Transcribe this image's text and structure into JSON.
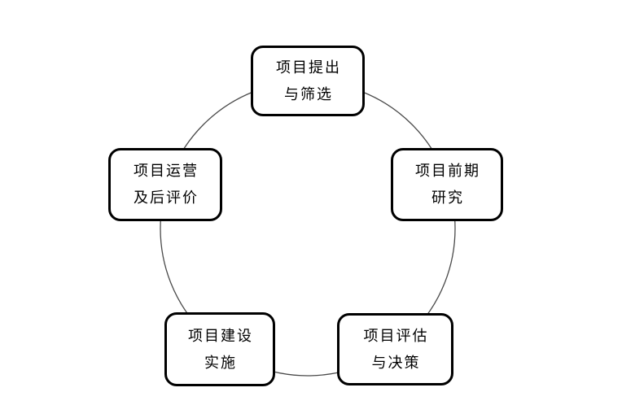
{
  "diagram": {
    "type": "cycle",
    "background_color": "#ffffff",
    "circle": {
      "stroke_color": "#4a4a4a",
      "description": "thin circle connecting the five stage boxes"
    },
    "box_style": {
      "border_color": "#000000",
      "fill_color": "#ffffff",
      "text_color": "#000000"
    },
    "nodes": [
      {
        "position": "top",
        "line1": "项目提出",
        "line2": "与筛选"
      },
      {
        "position": "right",
        "line1": "项目前期",
        "line2": "研究"
      },
      {
        "position": "bottom-right",
        "line1": "项目评估",
        "line2": "与决策"
      },
      {
        "position": "bottom-left",
        "line1": "项目建设",
        "line2": "实施"
      },
      {
        "position": "left",
        "line1": "项目运营",
        "line2": "及后评价"
      }
    ]
  }
}
